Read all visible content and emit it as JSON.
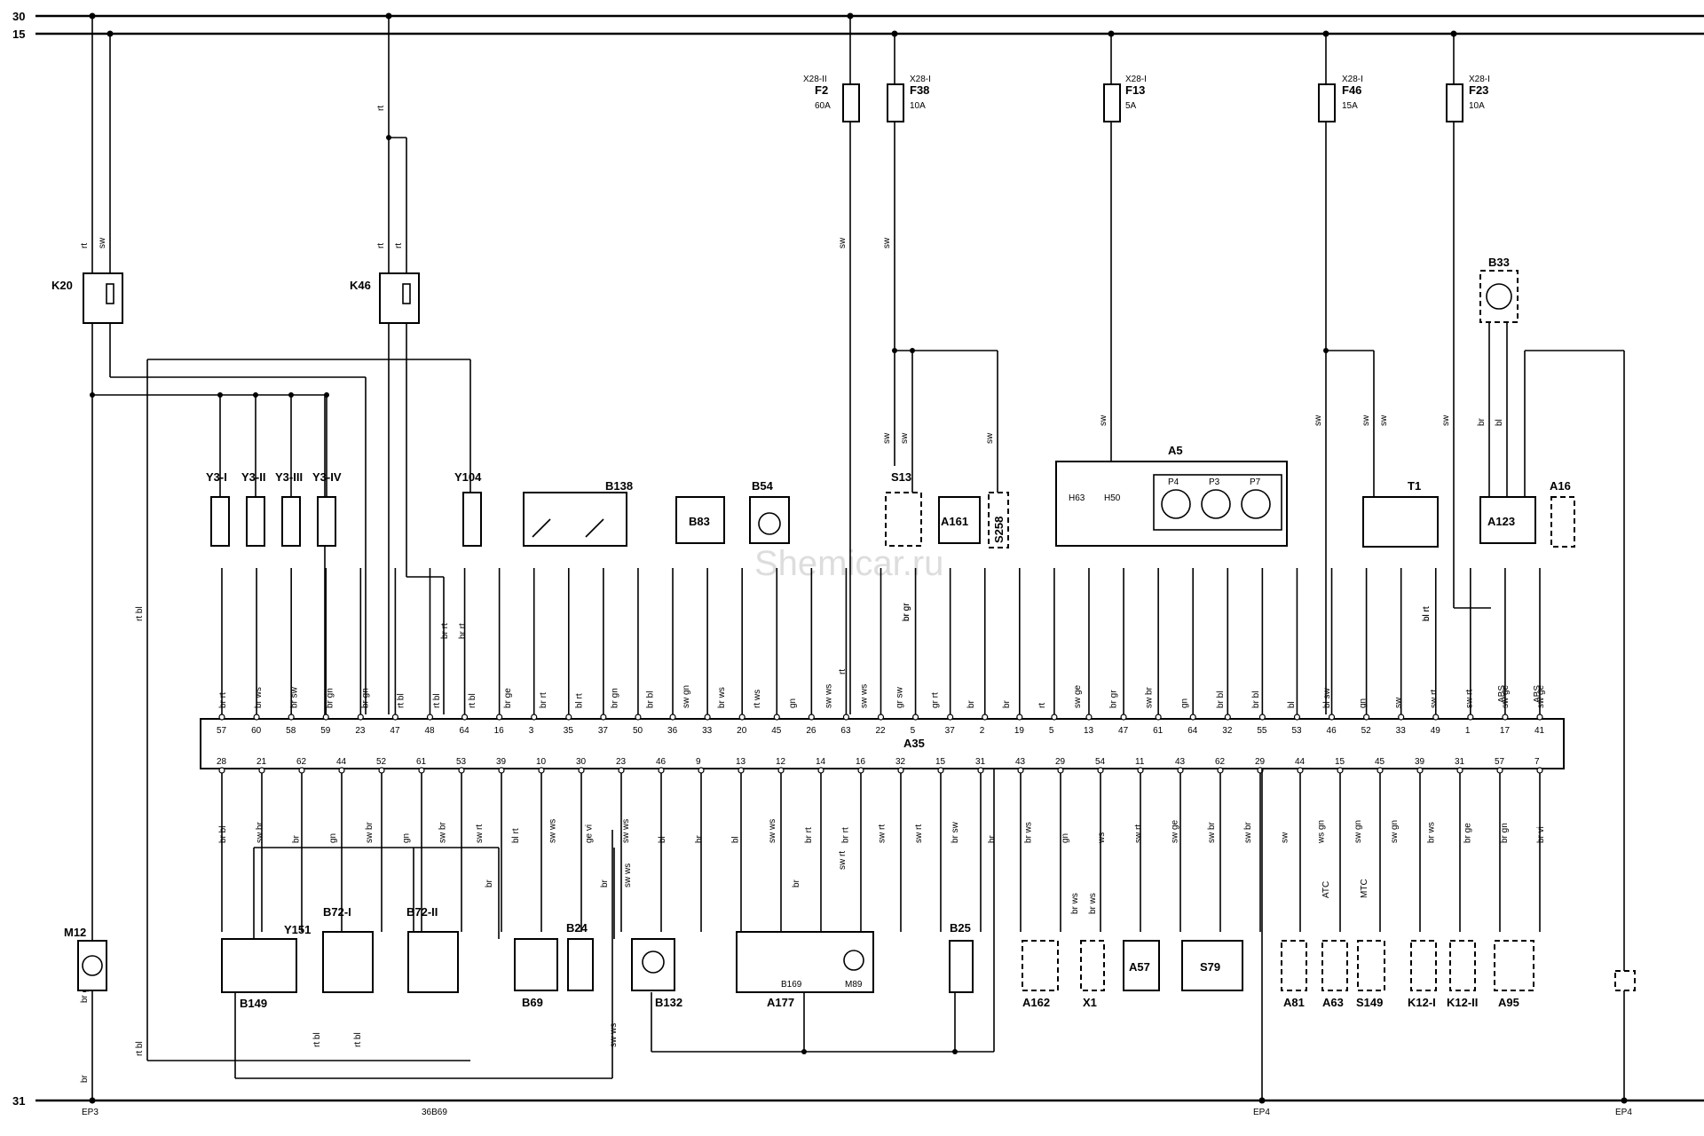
{
  "rails": {
    "r30": "30",
    "r15": "15",
    "r31": "31"
  },
  "ground_labels": {
    "ep3": "EP3",
    "code": "36B69",
    "ep4a": "EP4",
    "ep4b": "EP4"
  },
  "watermark": "Shemicar.ru",
  "fuses": [
    {
      "conn": "X28-II",
      "name": "F2",
      "rating": "60A"
    },
    {
      "conn": "X28-I",
      "name": "F38",
      "rating": "10A"
    },
    {
      "conn": "X28-I",
      "name": "F13",
      "rating": "5A"
    },
    {
      "conn": "X28-I",
      "name": "F46",
      "rating": "15A"
    },
    {
      "conn": "X28-I",
      "name": "F23",
      "rating": "10A"
    }
  ],
  "relays": {
    "k20": "K20",
    "k46": "K46"
  },
  "components": {
    "y3_1": "Y3-I",
    "y3_2": "Y3-II",
    "y3_3": "Y3-III",
    "y3_4": "Y3-IV",
    "y104": "Y104",
    "b138": "B138",
    "b83": "B83",
    "b54": "B54",
    "s13": "S13",
    "a161": "A161",
    "s258": "S258",
    "a5": "A5",
    "h63": "H63",
    "h50": "H50",
    "p4": "P4",
    "p3": "P3",
    "p7": "P7",
    "t1": "T1",
    "b33": "B33",
    "a123": "A123",
    "a16": "A16",
    "a35": "A35",
    "m12": "M12",
    "b149": "B149",
    "y151": "Y151",
    "b72_1": "B72-I",
    "b72_2": "B72-II",
    "b69": "B69",
    "b24": "B24",
    "b132": "B132",
    "a177": "A177",
    "b169": "B169",
    "m89": "M89",
    "b25": "B25",
    "a162": "A162",
    "x1": "X1",
    "a57": "A57",
    "s79": "S79",
    "a81": "A81",
    "a63": "A63",
    "s149": "S149",
    "k12_1": "K12-I",
    "k12_2": "K12-II",
    "a95": "A95"
  },
  "annotations": {
    "atc": "ATC",
    "mtc": "MTC",
    "abs": "ABS",
    "abs_slash": "ABS"
  },
  "top_pins": [
    "57",
    "60",
    "58",
    "59",
    "23",
    "47",
    "48",
    "64",
    "16",
    "3",
    "35",
    "37",
    "50",
    "36",
    "33",
    "20",
    "45",
    "26",
    "63",
    "22",
    "5",
    "37",
    "2",
    "19",
    "5",
    "13",
    "47",
    "61",
    "64",
    "32",
    "55",
    "53",
    "46",
    "52",
    "33",
    "49",
    "1",
    "17",
    "41"
  ],
  "bottom_pins": [
    "28",
    "21",
    "62",
    "44",
    "52",
    "61",
    "53",
    "39",
    "10",
    "30",
    "23",
    "46",
    "9",
    "13",
    "12",
    "14",
    "16",
    "32",
    "15",
    "31",
    "43",
    "29",
    "54",
    "11",
    "43",
    "62",
    "29",
    "44",
    "15",
    "45",
    "39",
    "31",
    "57",
    "7"
  ],
  "wire_colors_top": [
    "br rt",
    "br ws",
    "br sw",
    "br gn",
    "br gn",
    "rt bl",
    "rt bl",
    "rt bl",
    "br ge",
    "br rt",
    "bl rt",
    "br gn",
    "br bl",
    "sw gn",
    "br ws",
    "rt ws",
    "gn",
    "sw ws",
    "sw ws",
    "gr sw",
    "gr rt",
    "br",
    "br",
    "rt",
    "sw ge",
    "br gr",
    "sw br",
    "gn",
    "br bl",
    "br bl",
    "bl",
    "bl sw",
    "gn",
    "sw",
    "sw rt",
    "sw rt",
    "sw ge",
    "sw ge"
  ],
  "wire_colors_bottom": [
    "br bl",
    "sw br",
    "br",
    "gn",
    "sw br",
    "gn",
    "sw br",
    "sw rt",
    "bl rt",
    "sw ws",
    "ge vi",
    "sw ws",
    "bl",
    "br",
    "bl",
    "sw ws",
    "br rt",
    "br rt",
    "sw rt",
    "sw rt",
    "br sw",
    "br",
    "br ws",
    "gn",
    "ws",
    "sw rt",
    "sw ge",
    "sw br",
    "sw br",
    "sw",
    "ws gn",
    "sw gn",
    "sw gn",
    "br ws",
    "br ge",
    "br gn",
    "br vi"
  ],
  "wire_colors_vertical": [
    "rt",
    "sw",
    "rt",
    "rt",
    "rt",
    "sw",
    "rt",
    "sw",
    "sw",
    "sw",
    "sw",
    "sw",
    "sw",
    "sw",
    "sw",
    "sw",
    "br",
    "bl",
    "rt bl",
    "rt bl",
    "br gn",
    "br",
    "sw ws",
    "rt bl",
    "rt bl",
    "br rt",
    "br rt",
    "sw rt",
    "br ws",
    "br ws",
    "bl rt",
    "bl rt",
    "br gr",
    "br gr",
    "sw ws",
    "br",
    "br",
    "br"
  ]
}
